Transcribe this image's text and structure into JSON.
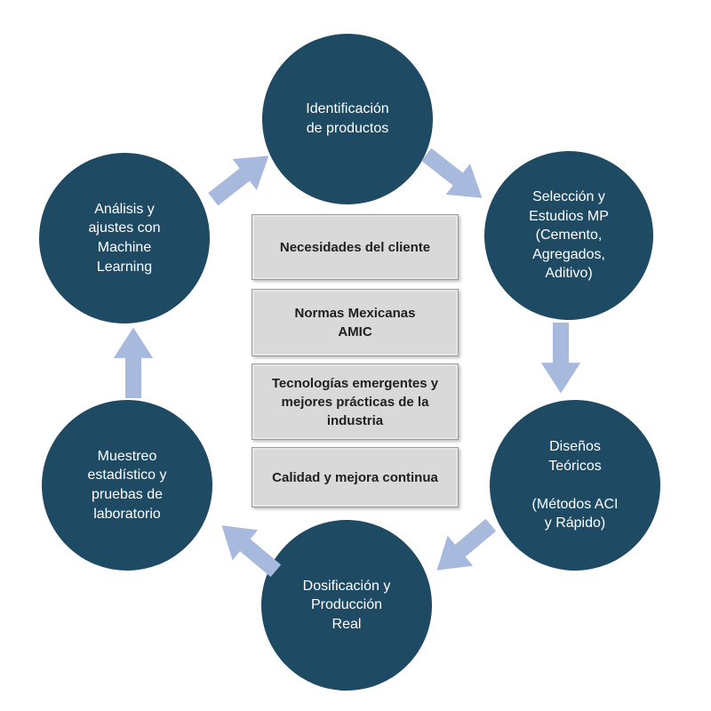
{
  "diagram": {
    "type": "cycle-process-diagram",
    "colors": {
      "circle_fill": "#1E4A63",
      "circle_text": "#FFFFFF",
      "arrow_fill": "#A8B9DE",
      "box_fill": "#D9D9D9",
      "box_border": "#9B9B9B",
      "box_text": "#1F1F1F",
      "background": "#FFFFFF"
    },
    "circles": [
      {
        "id": "identificacion-productos",
        "label": "Identificación\nde productos"
      },
      {
        "id": "seleccion-estudios-mp",
        "label": "Selección y\nEstudios MP\n(Cemento,\nAgregados,\nAditivo)"
      },
      {
        "id": "disenos-teoricos",
        "label": "Diseños\nTeóricos\n\n(Métodos ACI\ny Rápido)"
      },
      {
        "id": "dosificacion-produccion-real",
        "label": "Dosificación y\nProducción\nReal"
      },
      {
        "id": "muestreo-laboratorio",
        "label": "Muestreo\nestadístico y\npruebas de\nlaboratorio"
      },
      {
        "id": "analisis-machine-learning",
        "label": "Análisis y\najustes con\nMachine\nLearning"
      }
    ],
    "boxes": [
      {
        "id": "necesidades-cliente",
        "label": "Necesidades del cliente"
      },
      {
        "id": "normas-mexicanas-amic",
        "label": "Normas Mexicanas\nAMIC"
      },
      {
        "id": "tecnologias-emergentes",
        "label": "Tecnologías emergentes y\nmejores prácticas de la\nindustria"
      },
      {
        "id": "calidad-mejora-continua",
        "label": "Calidad y mejora continua"
      }
    ],
    "arrows": [
      {
        "id": "arrow-analisis-to-identificacion",
        "direction": "up-right"
      },
      {
        "id": "arrow-identificacion-to-seleccion",
        "direction": "down-right"
      },
      {
        "id": "arrow-seleccion-to-disenos",
        "direction": "down"
      },
      {
        "id": "arrow-disenos-to-dosificacion",
        "direction": "down-left"
      },
      {
        "id": "arrow-dosificacion-to-muestreo",
        "direction": "up-left"
      },
      {
        "id": "arrow-muestreo-to-analisis",
        "direction": "up"
      }
    ]
  }
}
